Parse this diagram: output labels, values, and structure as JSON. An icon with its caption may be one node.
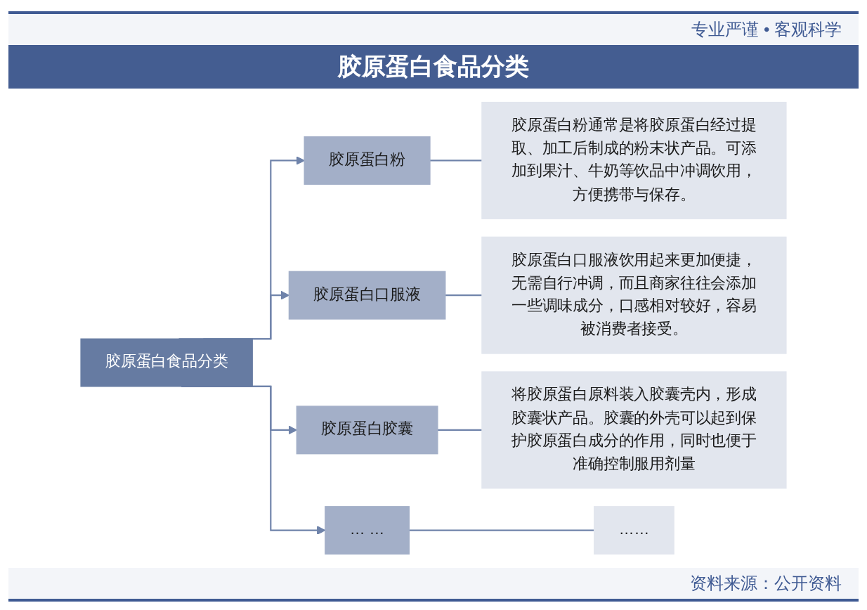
{
  "diagram": {
    "title": "胶原蛋白食品分类",
    "nodes": [
      {
        "text": [
          "胶原蛋白食品分类"
        ]
      },
      {
        "text": [
          "胶原蛋白粉"
        ]
      },
      {
        "text": [
          "胶原蛋白粉通常是将胶原蛋白经过提取、加工后制成的粉末状产品。可添加到果汁、牛奶等饮品中冲调饮用，方便携带与保存。"
        ]
      },
      {
        "text": [
          "胶原蛋白口服液"
        ]
      },
      {
        "text": [
          "胶原蛋白口服液饮用起来更加便捷，无需自行冲调，而且商家往往会添加一些调味成分，口感相对较好，容易被消费者接受。"
        ]
      },
      {
        "text": [
          "胶原蛋白胶囊"
        ]
      },
      {
        "text": [
          "将胶原蛋白原料装入胶囊壳内，形成胶囊状产品。胶囊的外壳可以起到保护胶原蛋白成分的作用，同时也便于准确控制服用剂量"
        ]
      },
      {
        "text": [
          "… …"
        ]
      },
      {
        "text": [
          "……"
        ]
      }
    ],
    "edges": [
      {
        "from": 0,
        "to": 1,
        "arrow": "to"
      },
      {
        "from": 0,
        "to": 3,
        "arrow": "to"
      },
      {
        "from": 0,
        "to": 5,
        "arrow": "to"
      },
      {
        "from": 0,
        "to": 7,
        "arrow": "to"
      },
      {
        "from": 1,
        "to": 2,
        "arrow": "none"
      },
      {
        "from": 3,
        "to": 4,
        "arrow": "none"
      },
      {
        "from": 5,
        "to": 6,
        "arrow": "none"
      },
      {
        "from": 7,
        "to": 8,
        "arrow": "none"
      }
    ],
    "labels": [
      "专业严谨 • 客观科学",
      "资料来源：公开资料"
    ]
  }
}
